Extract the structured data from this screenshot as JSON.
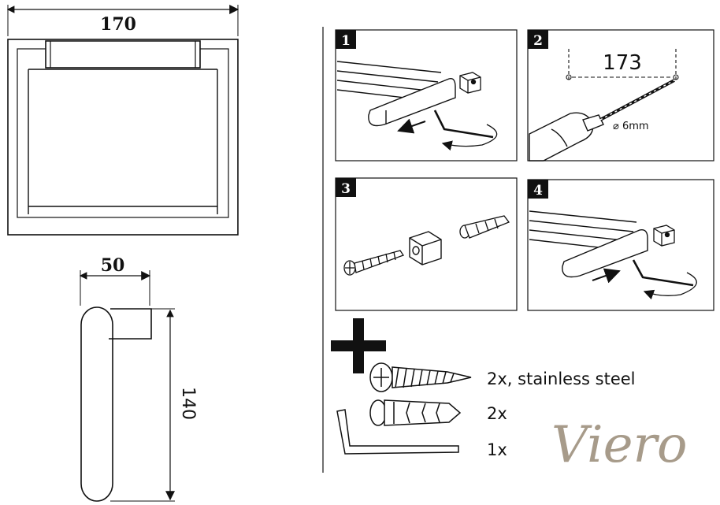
{
  "dimensions": {
    "width_label": "170",
    "depth_label": "50",
    "height_label": "140",
    "hole_spacing_label": "173",
    "drill_label": "⌀ 6mm"
  },
  "steps": [
    {
      "number": "1"
    },
    {
      "number": "2"
    },
    {
      "number": "3"
    },
    {
      "number": "4"
    }
  ],
  "parts": [
    {
      "qty": "2x, stainless steel",
      "icon": "screw-icon"
    },
    {
      "qty": "2x",
      "icon": "wall-plug-icon"
    },
    {
      "qty": "1x",
      "icon": "allen-key-icon"
    }
  ],
  "brand": "Viero",
  "colors": {
    "line": "#111111",
    "badge": "#111111",
    "brand": "#8a7a64"
  }
}
